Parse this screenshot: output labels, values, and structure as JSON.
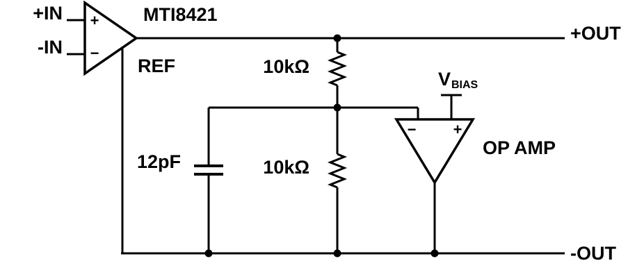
{
  "diagram": {
    "type": "circuit-schematic",
    "background": "#ffffff",
    "stroke_color": "#000000",
    "inamp": {
      "name": "MTI8421",
      "ref_label": "REF",
      "plus_input_label": "+IN",
      "minus_input_label": "-IN",
      "plus_sign": "+",
      "minus_sign": "−"
    },
    "outputs": {
      "plus": "+OUT",
      "minus": "-OUT"
    },
    "resistors": {
      "r1": "10kΩ",
      "r2": "10kΩ"
    },
    "capacitor": {
      "value": "12pF"
    },
    "opamp": {
      "label": "OP AMP",
      "minus_sign": "−",
      "plus_sign": "+",
      "vbias_main": "V",
      "vbias_sub": "BIAS"
    }
  }
}
